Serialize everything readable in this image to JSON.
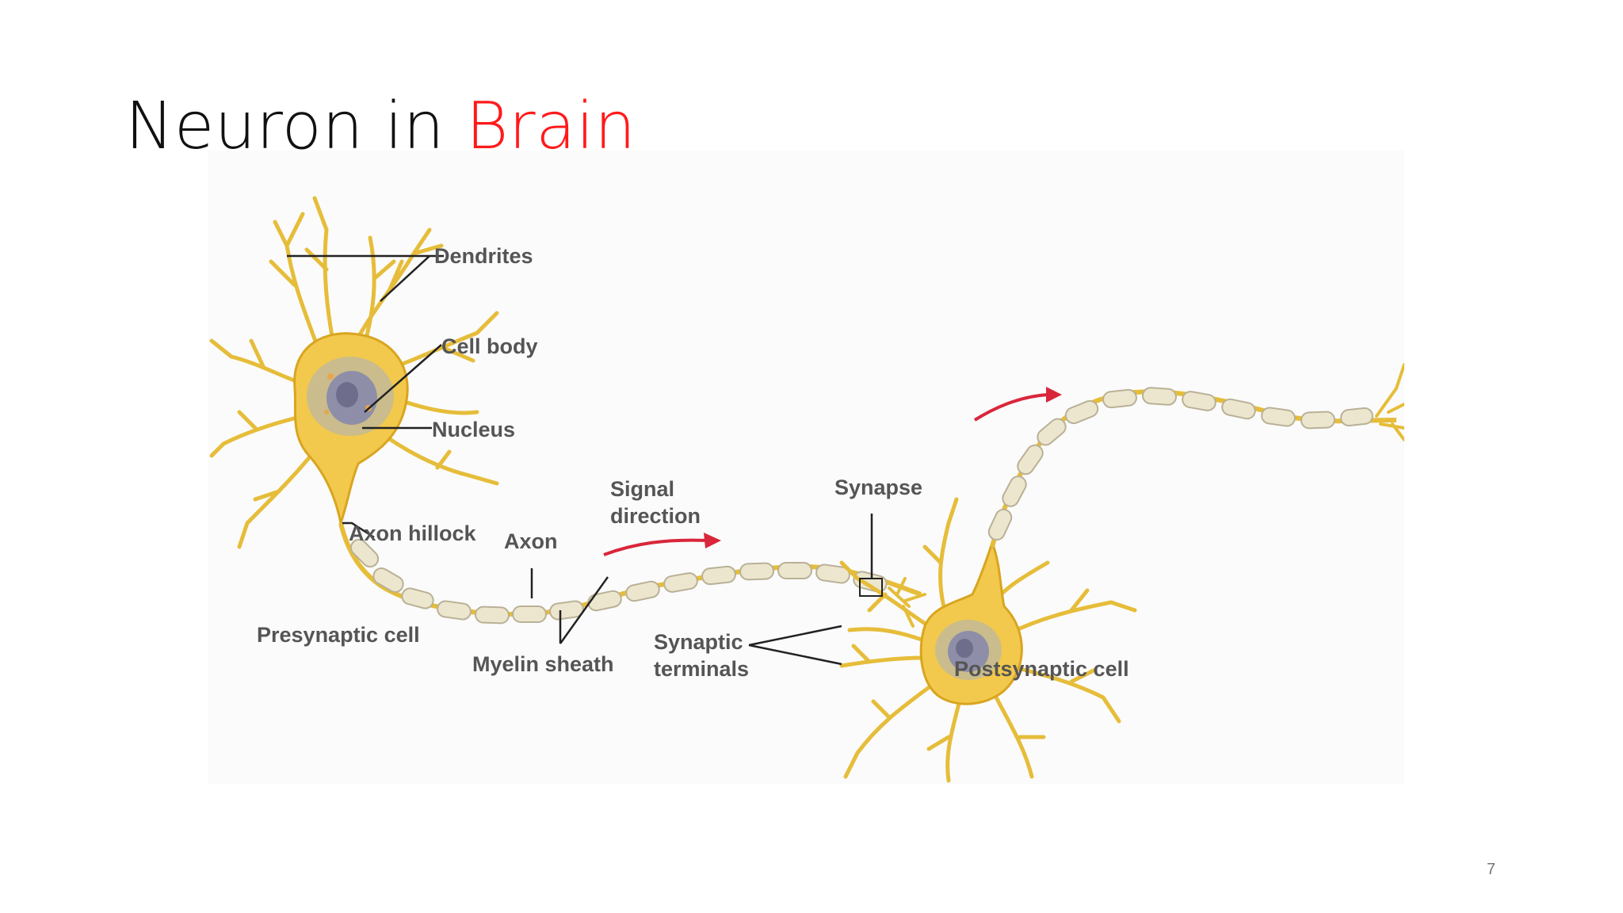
{
  "slide": {
    "title_part1": "Neuron in ",
    "title_part2": "Brain",
    "page_number": "7"
  },
  "diagram": {
    "labels": {
      "dendrites": "Dendrites",
      "cell_body": "Cell body",
      "nucleus": "Nucleus",
      "axon_hillock": "Axon hillock",
      "axon": "Axon",
      "signal_direction_line1": "Signal",
      "signal_direction_line2": "direction",
      "synapse": "Synapse",
      "presynaptic_cell": "Presynaptic cell",
      "myelin_sheath": "Myelin sheath",
      "synaptic_terminals_line1": "Synaptic",
      "synaptic_terminals_line2": "terminals",
      "postsynaptic_cell": "Postsynaptic cell"
    },
    "colors": {
      "title_accent": "#ff1a1a",
      "cell_fill": "#f2c94c",
      "cell_outline": "#d9a520",
      "nucleus": "#8e8ea8",
      "myelin": "#ede6cf",
      "myelin_outline": "#b9b196",
      "arrow": "#d9263b",
      "leader_line": "#222222"
    }
  }
}
